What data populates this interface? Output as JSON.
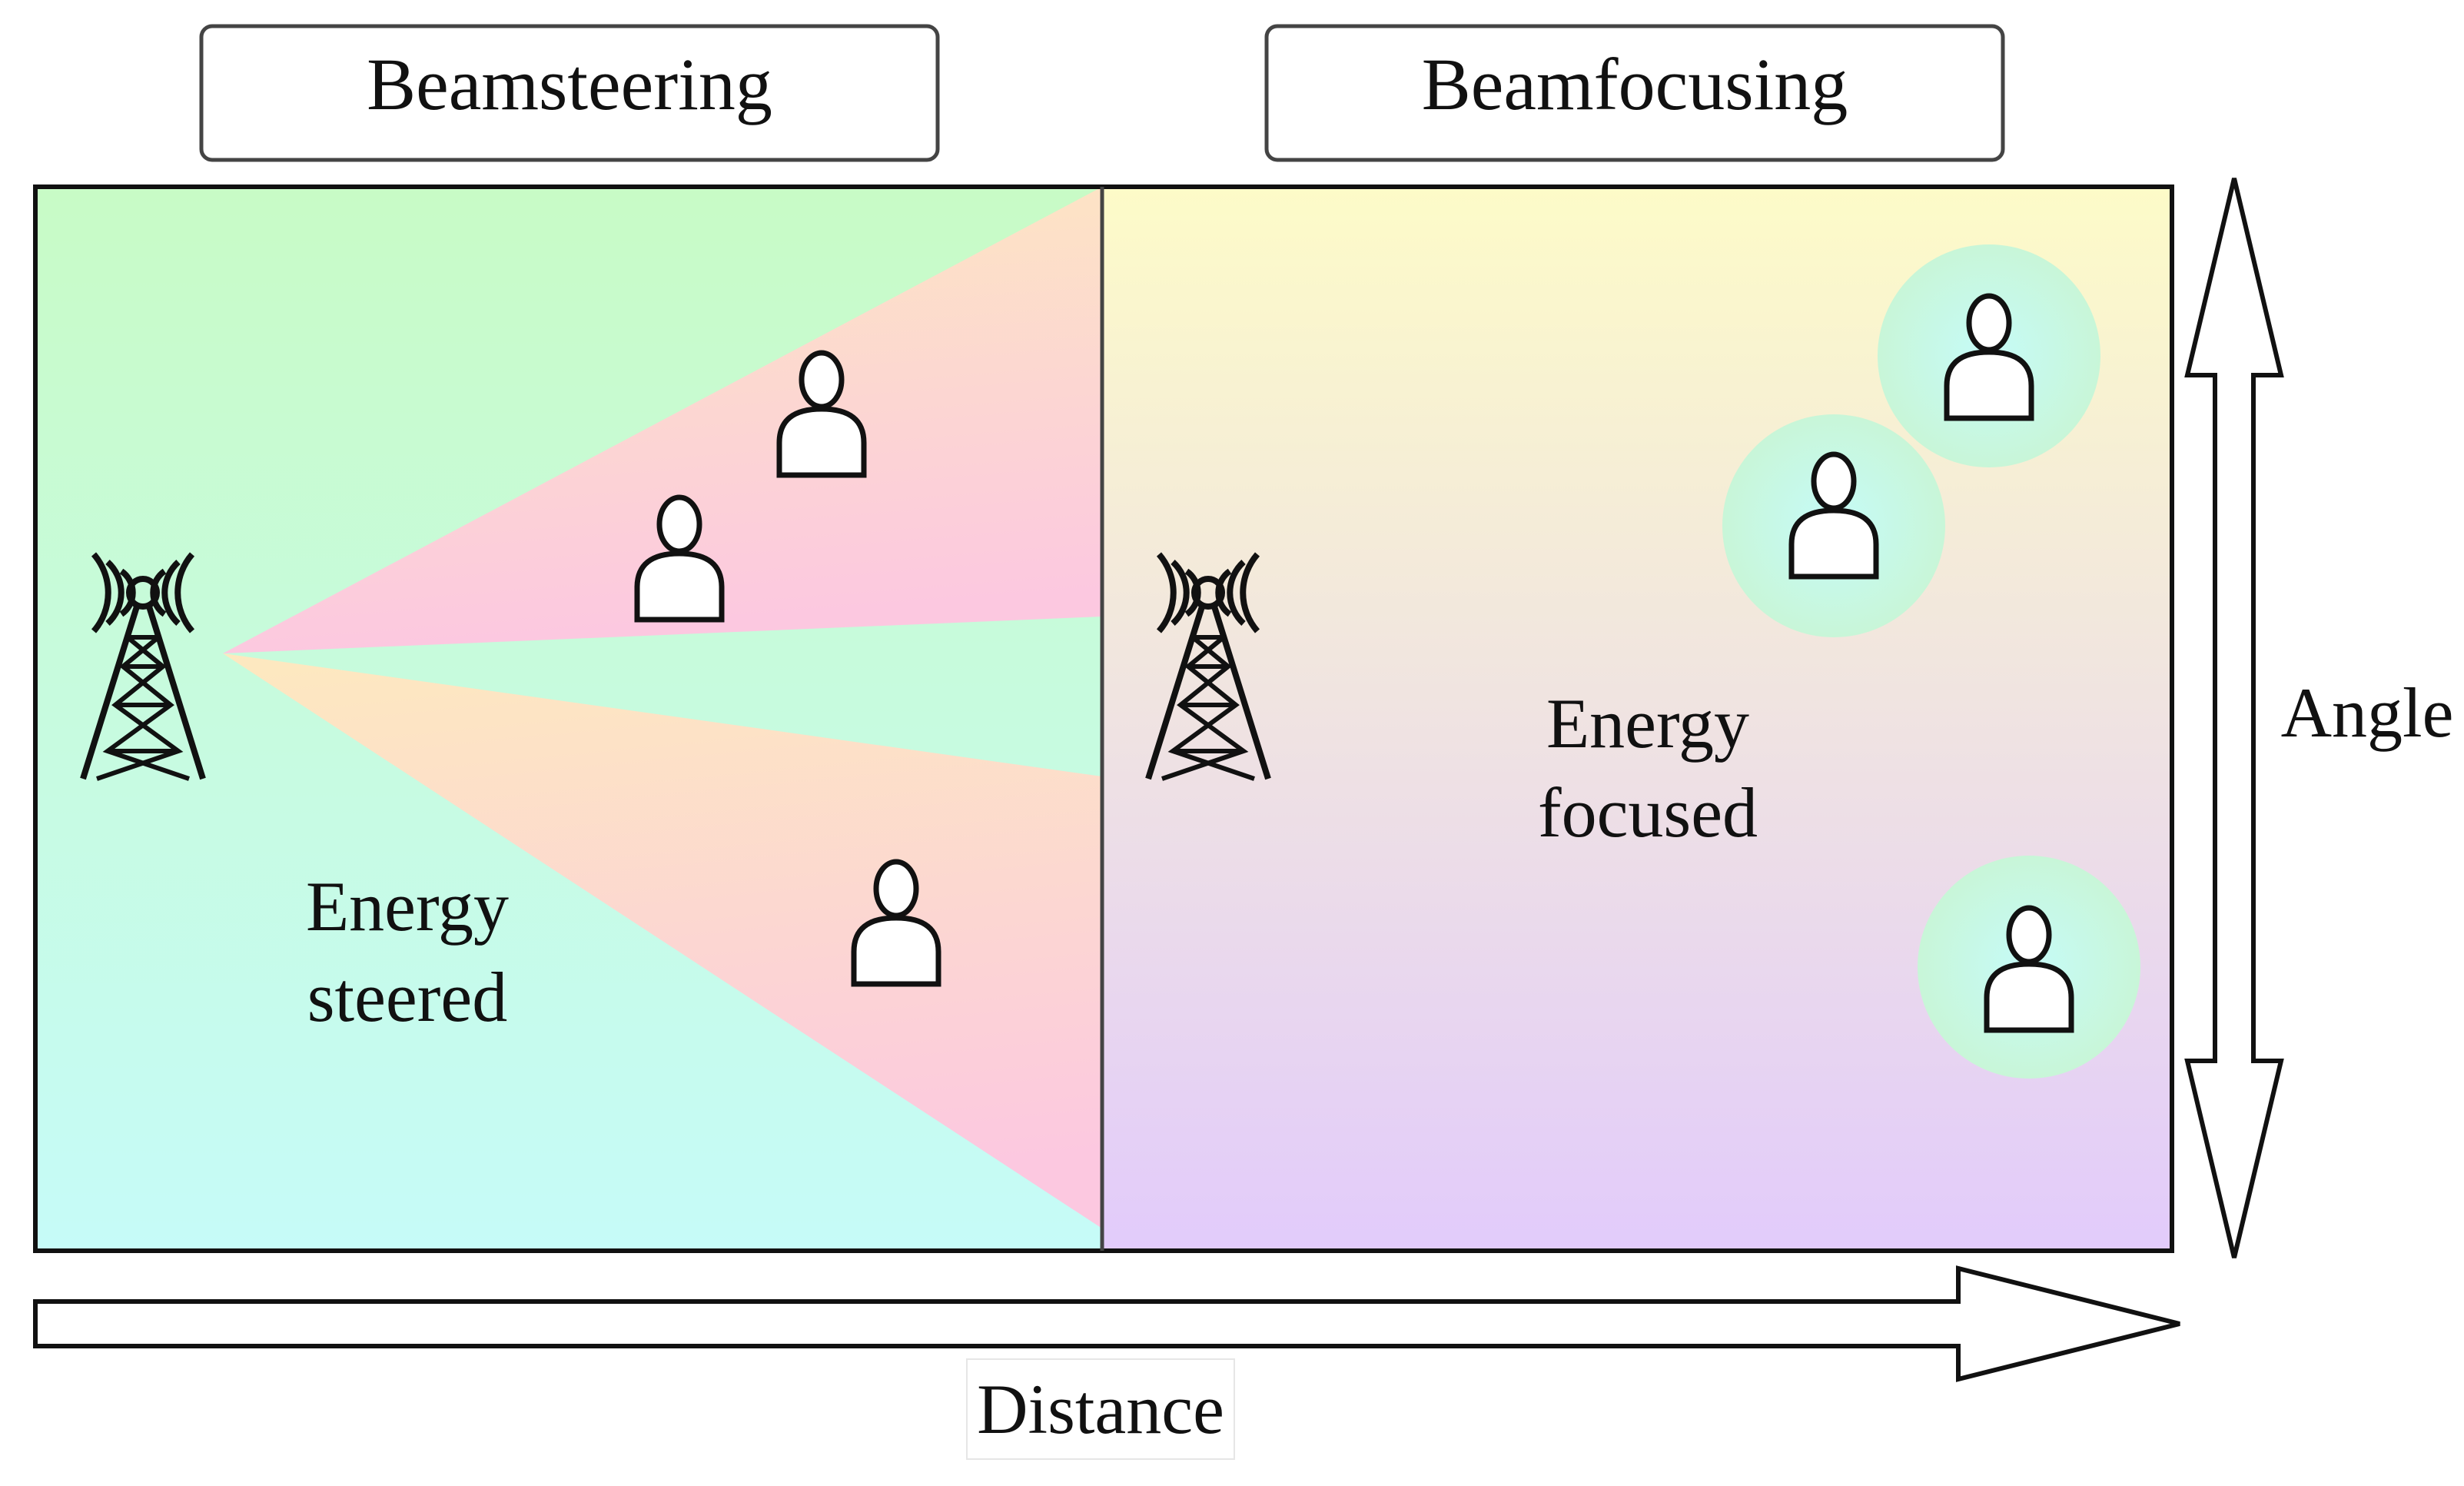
{
  "headers": {
    "left": "Beamsteering",
    "right": "Beamfocusing"
  },
  "panels": {
    "left": {
      "caption_line1": "Energy",
      "caption_line2": "steered"
    },
    "right": {
      "caption_line1": "Energy",
      "caption_line2": "focused"
    }
  },
  "axes": {
    "horizontal": "Distance",
    "vertical": "Angle"
  },
  "icons": {
    "antenna": "antenna-tower-icon",
    "user": "user-icon"
  }
}
